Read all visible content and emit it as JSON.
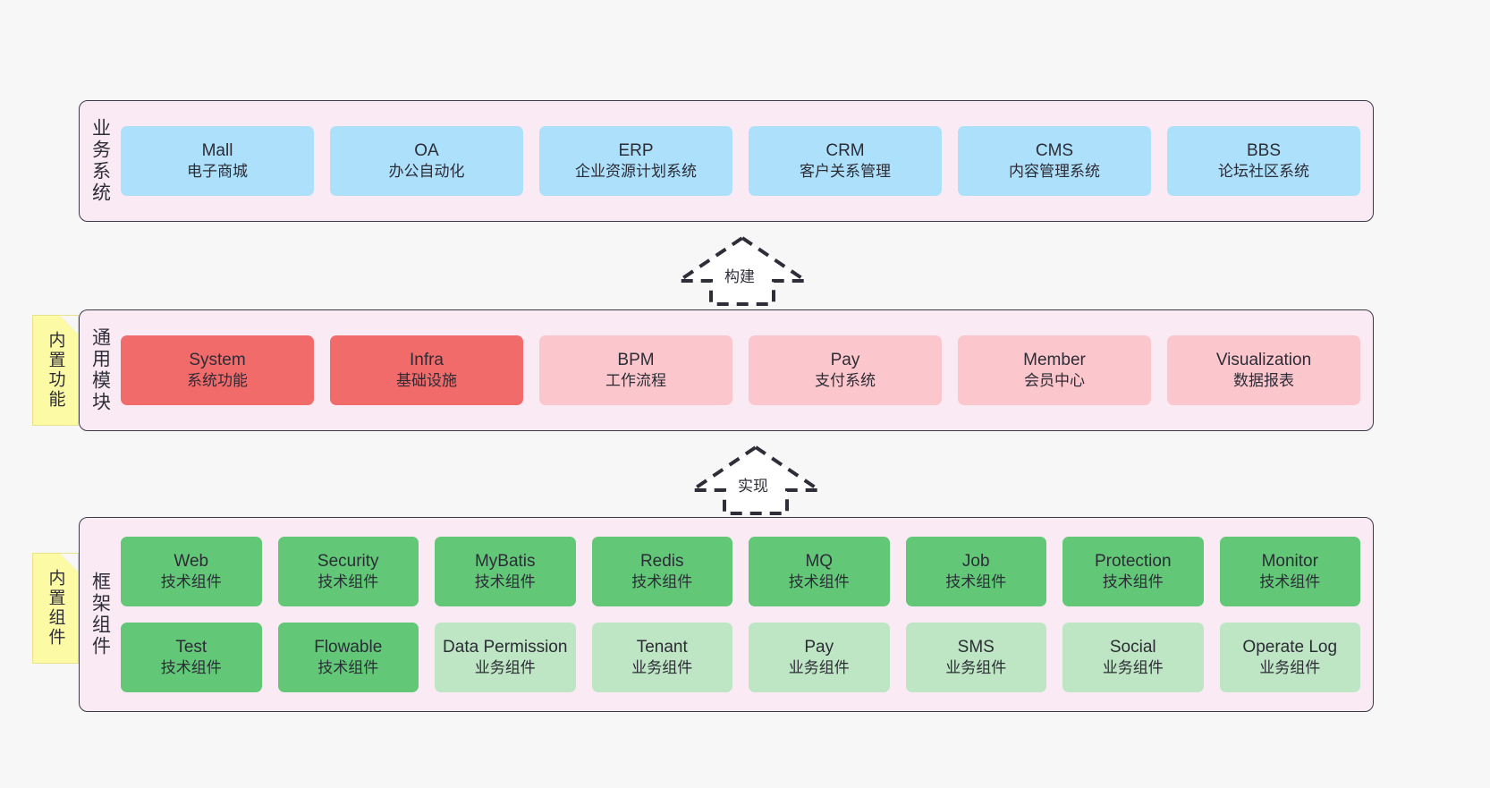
{
  "diagram": {
    "background_color": "#f7f7f7",
    "layers": [
      {
        "id": "business",
        "title": "业务系统",
        "rows": [
          {
            "cards": [
              {
                "en": "Mall",
                "cn": "电子商城",
                "color": "#ade0fb"
              },
              {
                "en": "OA",
                "cn": "办公自动化",
                "color": "#ade0fb"
              },
              {
                "en": "ERP",
                "cn": "企业资源计划系统",
                "color": "#ade0fb"
              },
              {
                "en": "CRM",
                "cn": "客户关系管理",
                "color": "#ade0fb"
              },
              {
                "en": "CMS",
                "cn": "内容管理系统",
                "color": "#ade0fb"
              },
              {
                "en": "BBS",
                "cn": "论坛社区系统",
                "color": "#ade0fb"
              }
            ]
          }
        ]
      },
      {
        "id": "common",
        "title": "通用模块",
        "sticky": "内置功能",
        "rows": [
          {
            "cards": [
              {
                "en": "System",
                "cn": "系统功能",
                "color": "#f26b6b"
              },
              {
                "en": "Infra",
                "cn": "基础设施",
                "color": "#f26b6b"
              },
              {
                "en": "BPM",
                "cn": "工作流程",
                "color": "#fbc7cd"
              },
              {
                "en": "Pay",
                "cn": "支付系统",
                "color": "#fbc7cd"
              },
              {
                "en": "Member",
                "cn": "会员中心",
                "color": "#fbc7cd"
              },
              {
                "en": "Visualization",
                "cn": "数据报表",
                "color": "#fbc7cd"
              }
            ]
          }
        ]
      },
      {
        "id": "framework",
        "title": "框架组件",
        "sticky": "内置组件",
        "rows": [
          {
            "cards": [
              {
                "en": "Web",
                "cn": "技术组件",
                "color": "#62c878"
              },
              {
                "en": "Security",
                "cn": "技术组件",
                "color": "#62c878"
              },
              {
                "en": "MyBatis",
                "cn": "技术组件",
                "color": "#62c878"
              },
              {
                "en": "Redis",
                "cn": "技术组件",
                "color": "#62c878"
              },
              {
                "en": "MQ",
                "cn": "技术组件",
                "color": "#62c878"
              },
              {
                "en": "Job",
                "cn": "技术组件",
                "color": "#62c878"
              },
              {
                "en": "Protection",
                "cn": "技术组件",
                "color": "#62c878"
              },
              {
                "en": "Monitor",
                "cn": "技术组件",
                "color": "#62c878"
              }
            ]
          },
          {
            "cards": [
              {
                "en": "Test",
                "cn": "技术组件",
                "color": "#62c878"
              },
              {
                "en": "Flowable",
                "cn": "技术组件",
                "color": "#62c878"
              },
              {
                "en": "Data Permission",
                "cn": "业务组件",
                "color": "#bfe6c4"
              },
              {
                "en": "Tenant",
                "cn": "业务组件",
                "color": "#bfe6c4"
              },
              {
                "en": "Pay",
                "cn": "业务组件",
                "color": "#bfe6c4"
              },
              {
                "en": "SMS",
                "cn": "业务组件",
                "color": "#bfe6c4"
              },
              {
                "en": "Social",
                "cn": "业务组件",
                "color": "#bfe6c4"
              },
              {
                "en": "Operate Log",
                "cn": "业务组件",
                "color": "#bfe6c4"
              }
            ]
          }
        ]
      }
    ],
    "connectors": [
      {
        "id": "build",
        "label": "构建",
        "style": "dashed-hollow-up-arrow"
      },
      {
        "id": "implement",
        "label": "实现",
        "style": "dashed-hollow-up-arrow"
      }
    ]
  }
}
